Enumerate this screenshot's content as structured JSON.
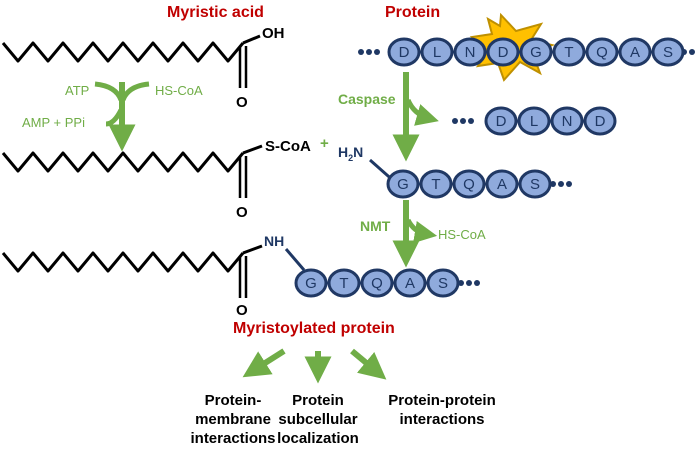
{
  "titles": {
    "myristic_acid": "Myristic acid",
    "protein": "Protein",
    "myristoylated_protein": "Myristoylated protein"
  },
  "labels": {
    "oh": "OH",
    "o": "O",
    "s_coa": "S-CoA",
    "plus": "+",
    "h2n_h": "H",
    "h2n_sub": "2",
    "h2n_n": "N",
    "nh": "NH",
    "atp": "ATP",
    "hs_coa_1": "HS-CoA",
    "amp_ppi": "AMP + PPi",
    "caspase": "Caspase",
    "nmt": "NMT",
    "hs_coa_2": "HS-CoA"
  },
  "sequences": {
    "protein": [
      "D",
      "L",
      "N",
      "D",
      "G",
      "T",
      "Q",
      "A",
      "S"
    ],
    "cleaved": [
      "D",
      "L",
      "N",
      "D"
    ],
    "n_terminal": [
      "G",
      "T",
      "Q",
      "A",
      "S"
    ],
    "myristoylated": [
      "G",
      "T",
      "Q",
      "A",
      "S"
    ]
  },
  "outcomes": {
    "membrane": [
      "Protein-",
      "membrane",
      "interactions"
    ],
    "localization": [
      "Protein",
      "subcellular",
      "localization"
    ],
    "ppi": [
      "Protein-protein",
      "interactions"
    ]
  },
  "colors": {
    "title": "#c00000",
    "arrow": "#70ad47",
    "bead_fill": "#8faadc",
    "bead_stroke": "#203864",
    "navy": "#1f3864",
    "burst_fill": "#ffc000",
    "burst_stroke": "#bf9000"
  }
}
